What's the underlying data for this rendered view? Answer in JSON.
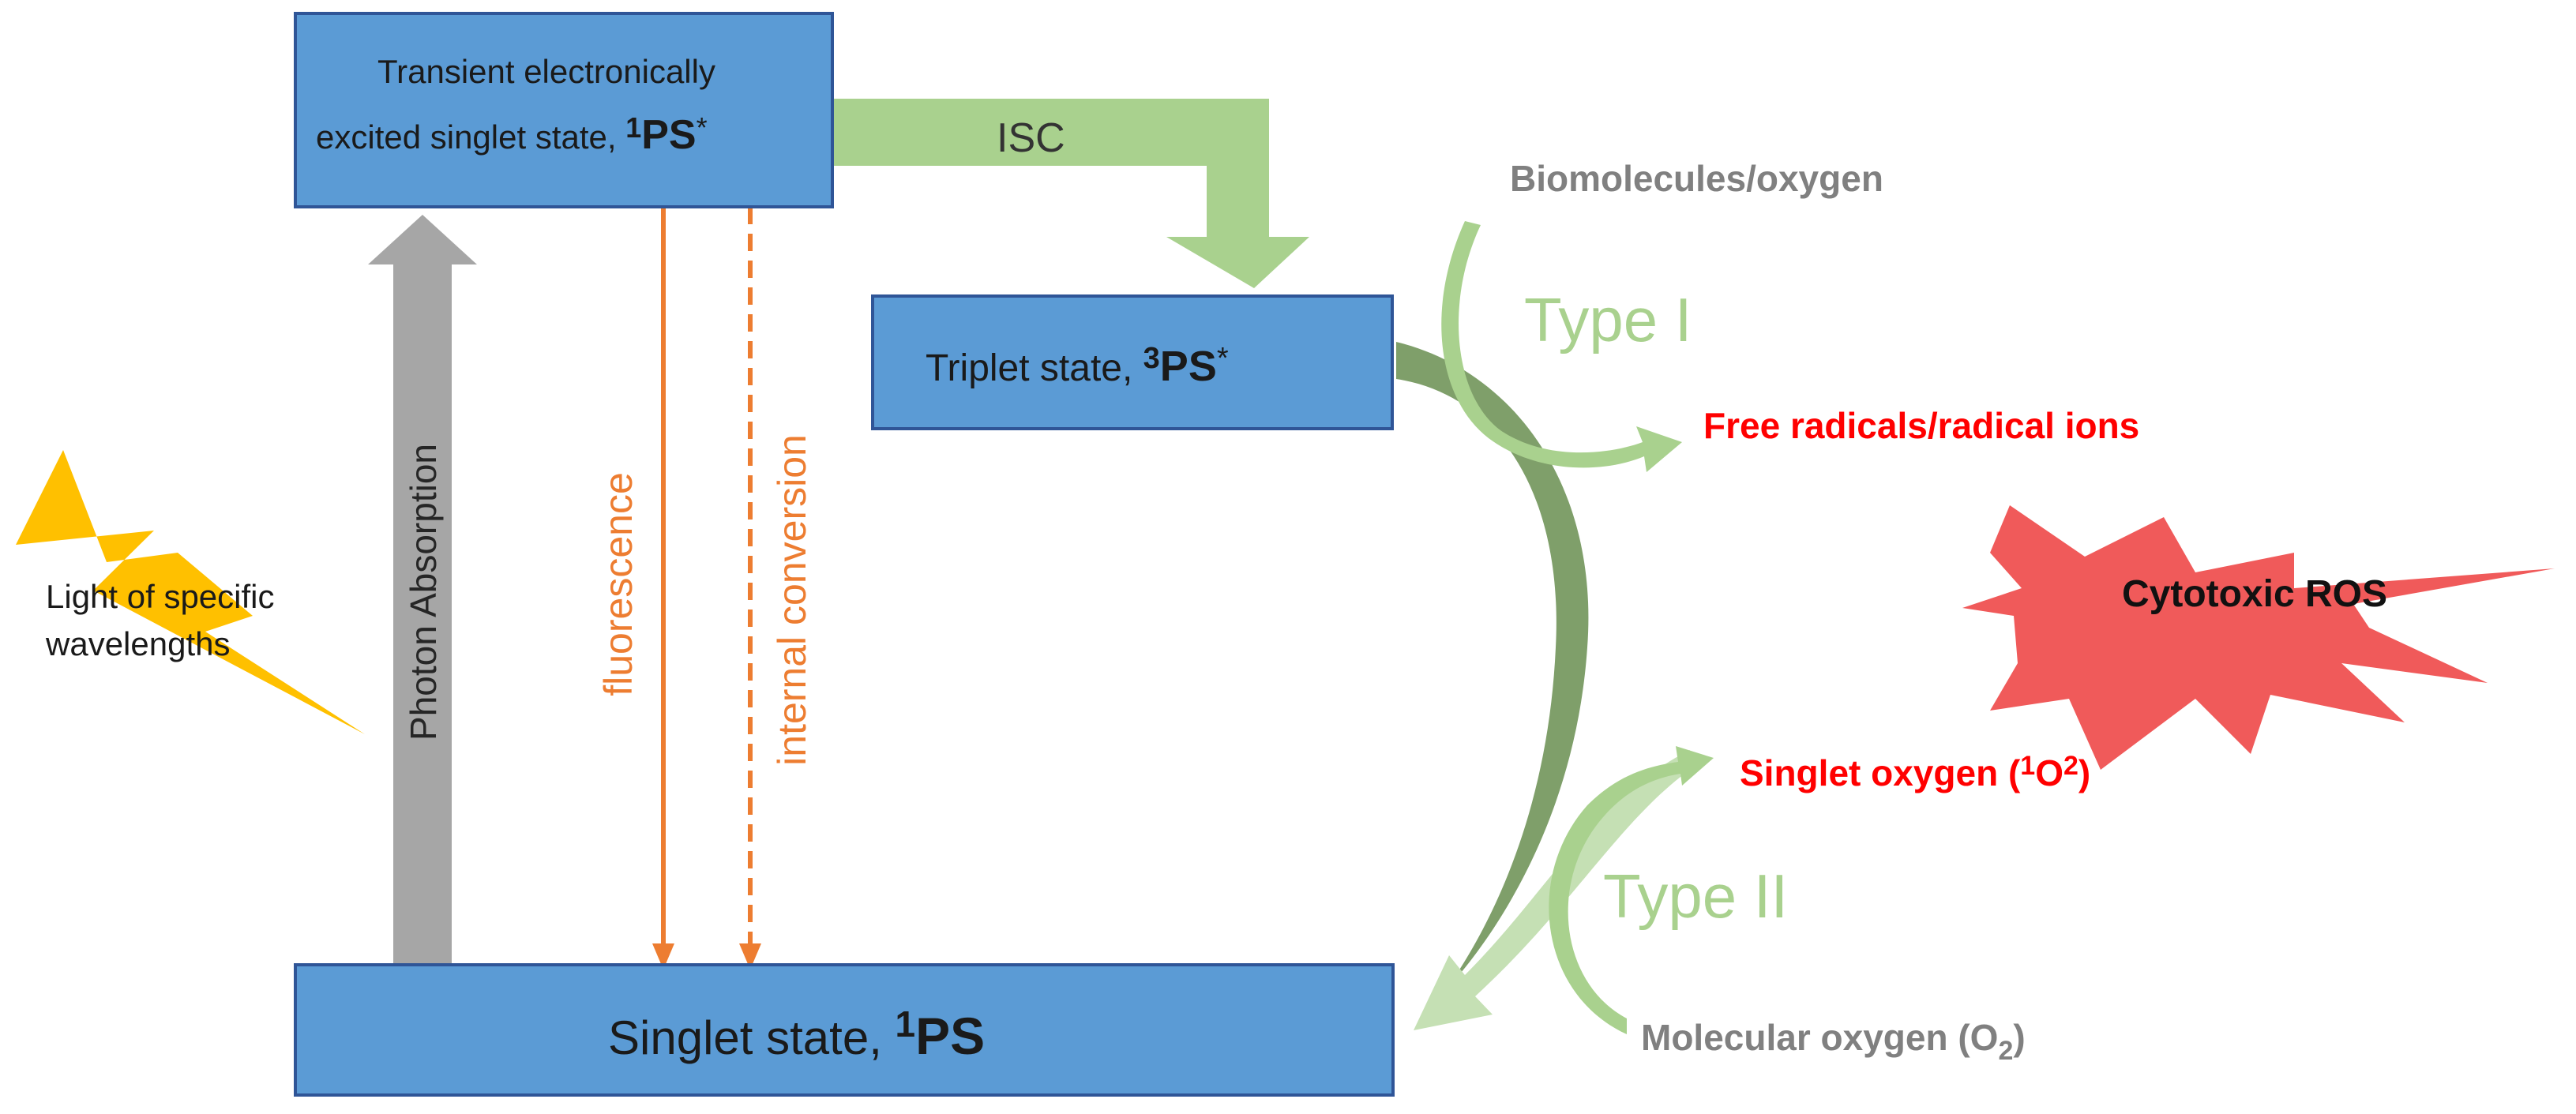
{
  "boxes": {
    "excited": {
      "line1": "Transient electronically",
      "line2_text": "excited singlet state, ",
      "sup": "1",
      "label": "PS",
      "star": "*"
    },
    "triplet": {
      "text": "Triplet state, ",
      "sup": "3",
      "label": "PS",
      "star": "*"
    },
    "ground": {
      "text": "Singlet state, ",
      "sup": "1",
      "label": "PS"
    }
  },
  "transitions": {
    "isc": "ISC",
    "photon_absorption": "Photon Absorption",
    "fluorescence": "fluorescence",
    "internal_conversion": "internal conversion"
  },
  "light": {
    "line1": "Light of specific",
    "line2": "wavelengths"
  },
  "type1": {
    "label": "Type I",
    "substrate": "Biomolecules/oxygen",
    "product": "Free radicals/radical ions"
  },
  "type2": {
    "label": "Type II",
    "product_text": "Singlet oxygen (",
    "product_sup1": "1",
    "product_mid": "O",
    "product_sup2": "2",
    "product_end": ")",
    "substrate_text": "Molecular oxygen (O",
    "substrate_sub": "2",
    "substrate_end": ")"
  },
  "ros": "Cytotoxic ROS",
  "colors": {
    "box_fill": "#5b9bd5",
    "box_stroke": "#2f5597",
    "isc_green": "#a9d18e",
    "dark_green": "#7f9f6a",
    "light_green": "#c5e0b4",
    "orange": "#ed7d31",
    "gray_arrow": "#a6a6a6",
    "red": "#ff0000",
    "ros_fill": "#f05a5a",
    "lightning": "#ffc000",
    "type_label": "#a9d18e",
    "gray_text": "#808080"
  }
}
